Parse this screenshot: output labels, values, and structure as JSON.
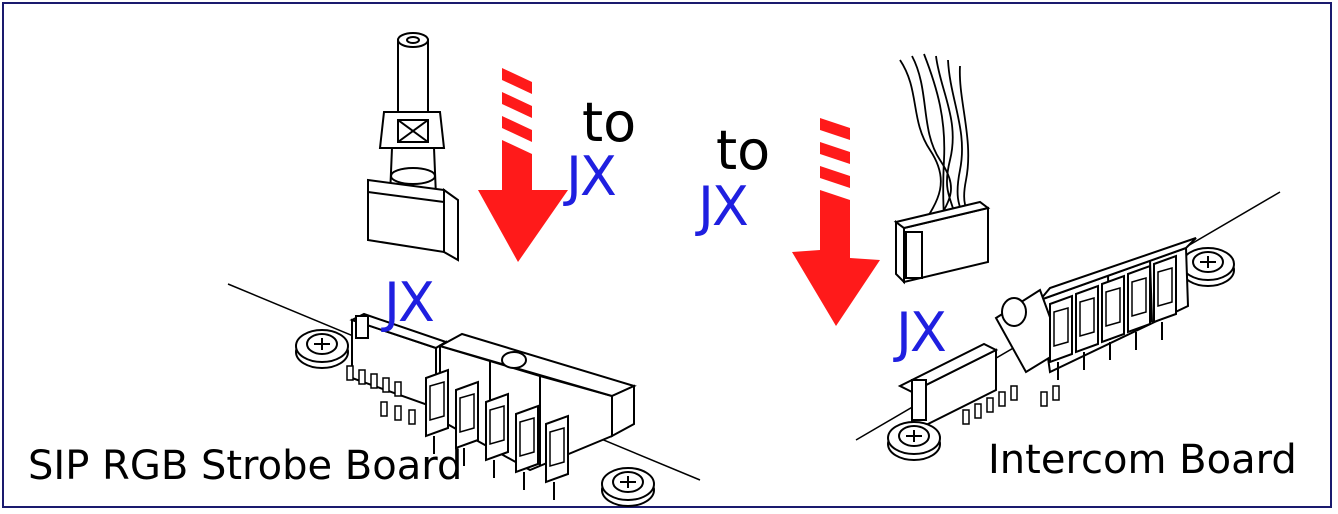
{
  "colors": {
    "frame": "#1a1a6e",
    "arrow": "#ff1a1a",
    "jx_text": "#1f1fe0",
    "line": "#000000"
  },
  "left": {
    "board_label": "SIP RGB Strobe Board",
    "to_label": "to",
    "target_label": "JX",
    "connector_label": "JX"
  },
  "right": {
    "board_label": "Intercom Board",
    "to_label": "to",
    "target_label": "JX",
    "connector_label": "JX"
  },
  "icons": [
    "down-arrow-icon",
    "plug-icon",
    "wire-bundle-icon",
    "screw-icon",
    "terminal-block-icon"
  ]
}
